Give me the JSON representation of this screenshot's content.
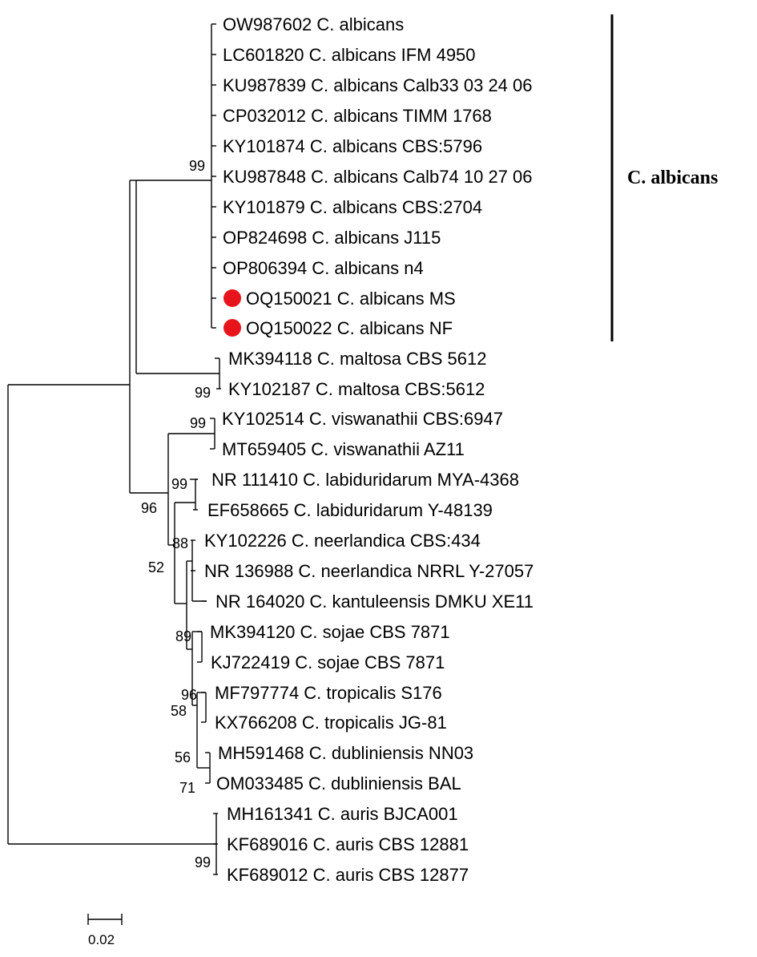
{
  "taxa": [
    {
      "label": "OW987602 C. albicans",
      "marker": false
    },
    {
      "label": "LC601820 C. albicans IFM 4950",
      "marker": false
    },
    {
      "label": "KU987839 C. albicans Calb33 03 24 06",
      "marker": false
    },
    {
      "label": "CP032012 C. albicans TIMM 1768",
      "marker": false
    },
    {
      "label": "KY101874 C. albicans CBS:5796",
      "marker": false
    },
    {
      "label": "KU987848 C. albicans Calb74 10 27 06",
      "marker": false
    },
    {
      "label": "KY101879 C. albicans CBS:2704",
      "marker": false
    },
    {
      "label": "OP824698 C. albicans J115",
      "marker": false
    },
    {
      "label": "OP806394 C. albicans n4",
      "marker": false
    },
    {
      "label": "OQ150021 C. albicans MS",
      "marker": true
    },
    {
      "label": "OQ150022 C. albicans NF",
      "marker": true
    },
    {
      "label": "MK394118 C. maltosa CBS 5612",
      "marker": false
    },
    {
      "label": "KY102187 C. maltosa CBS:5612",
      "marker": false
    },
    {
      "label": "KY102514 C. viswanathii CBS:6947",
      "marker": false
    },
    {
      "label": "MT659405 C. viswanathii AZ11",
      "marker": false
    },
    {
      "label": "NR 111410 C. labiduridarum MYA-4368",
      "marker": false
    },
    {
      "label": "EF658665 C. labiduridarum Y-48139",
      "marker": false
    },
    {
      "label": "KY102226 C. neerlandica CBS:434",
      "marker": false
    },
    {
      "label": "NR 136988 C. neerlandica NRRL Y-27057",
      "marker": false
    },
    {
      "label": "NR 164020 C. kantuleensis DMKU XE11",
      "marker": false
    },
    {
      "label": "MK394120 C. sojae CBS 7871",
      "marker": false
    },
    {
      "label": "KJ722419 C. sojae CBS 7871",
      "marker": false
    },
    {
      "label": "MF797774 C. tropicalis S176",
      "marker": false
    },
    {
      "label": "KX766208 C. tropicalis JG-81",
      "marker": false
    },
    {
      "label": "MH591468 C. dubliniensis NN03",
      "marker": false
    },
    {
      "label": "OM033485 C. dubliniensis BAL",
      "marker": false
    },
    {
      "label": "MH161341 C. auris BJCA001",
      "marker": false
    },
    {
      "label": "KF689016 C. auris CBS 12881",
      "marker": false
    },
    {
      "label": "KF689012 C. auris CBS 12877",
      "marker": false
    }
  ],
  "bootstrap": [
    "99",
    "99",
    "99",
    "99",
    "96",
    "88",
    "52",
    "89",
    "96",
    "58",
    "56",
    "71",
    "99"
  ],
  "clade": {
    "label": "C. albicans"
  },
  "scale_bar": {
    "label": "0.02"
  },
  "colors": {
    "marker": "#e8141b",
    "line": "#000000"
  }
}
